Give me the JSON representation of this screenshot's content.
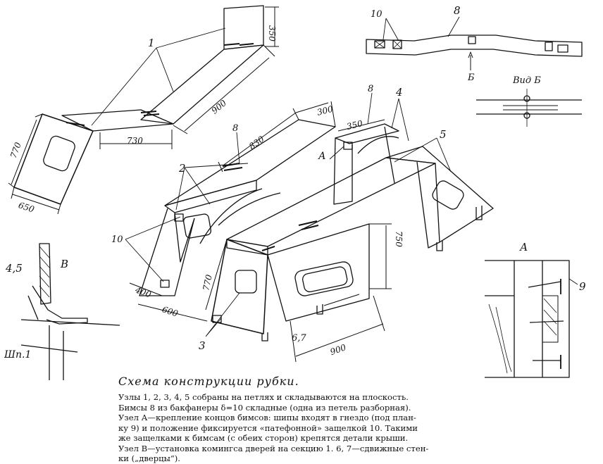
{
  "caption": {
    "title": "Схема конструкции рубки.",
    "lines": [
      "Узлы 1, 2, 3, 4, 5 собраны на петлях и складываются на плоскость.",
      "Бимсы 8 из бакфанеры δ=10 складные (одна из петель разборная).",
      "Узел А—крепление концов бимсов: шипы входят в гнездо (под план-",
      "ку 9) и положение фиксируется «патефонной» защелкой 10. Такими",
      "же защелками к бимсам (с обеих сторон) крепятся детали крыши.",
      "Узел В—установка комингса дверей на секцию 1. 6, 7—сдвижные стен-",
      "ки („дверцы“)."
    ]
  },
  "labels": {
    "n1": "1",
    "n2": "2",
    "n3": "3",
    "n4": "4",
    "n5": "5",
    "n8_top": "8",
    "n8_mid": "8",
    "n8_right": "8",
    "n10_top": "10",
    "n10_left": "10",
    "n9": "9",
    "n45": "4,5",
    "nB": "В",
    "nShp": "Шп.1",
    "nA": "А",
    "nA_detail": "А",
    "n67": "6,7",
    "nVidB": "Вид Б",
    "nBsmall": "Б"
  },
  "dimensions": {
    "d350_top": "350",
    "d900_top": "900",
    "d730": "730",
    "d770_left": "770",
    "d650": "650",
    "d830": "830",
    "d300": "300",
    "d350_right": "350",
    "d750": "750",
    "d770_mid": "770",
    "d400": "400",
    "d600": "600",
    "d900_bottom": "900"
  }
}
